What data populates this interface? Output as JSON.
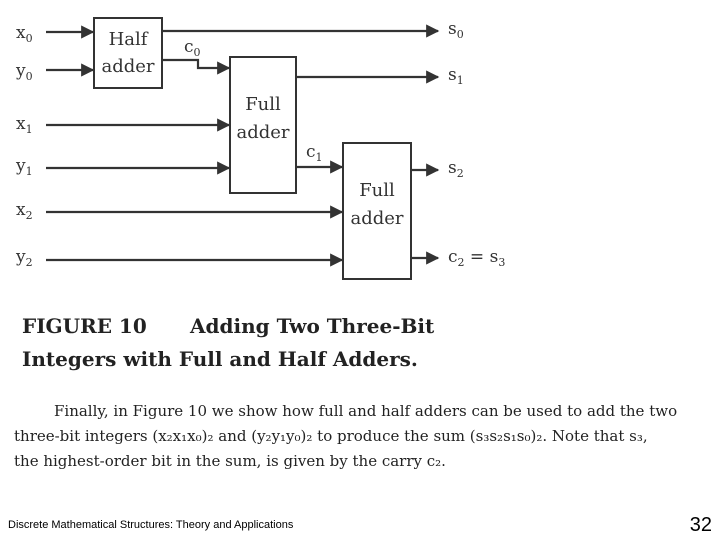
{
  "diagram": {
    "inputs": [
      {
        "base": "x",
        "sub": "0"
      },
      {
        "base": "y",
        "sub": "0"
      },
      {
        "base": "x",
        "sub": "1"
      },
      {
        "base": "y",
        "sub": "1"
      },
      {
        "base": "x",
        "sub": "2"
      },
      {
        "base": "y",
        "sub": "2"
      }
    ],
    "outputs": [
      {
        "base": "s",
        "sub": "0"
      },
      {
        "base": "s",
        "sub": "1"
      },
      {
        "base": "s",
        "sub": "2"
      },
      {
        "base": "c",
        "sub": "2",
        "suffix": " = s",
        "suffix_sub": "3"
      }
    ],
    "carry_labels": [
      {
        "base": "c",
        "sub": "0"
      },
      {
        "base": "c",
        "sub": "1"
      }
    ],
    "blocks": [
      {
        "line1": "Half",
        "line2": "adder"
      },
      {
        "line1": "Full",
        "line2": "adder"
      },
      {
        "line1": "Full",
        "line2": "adder"
      }
    ]
  },
  "caption": {
    "figure_number": "FIGURE 10",
    "title_line1": "Adding Two Three-Bit",
    "title_line2": "Integers with Full and Half Adders."
  },
  "body": {
    "line1": "Finally, in Figure 10 we show how full and half adders can be used to add the two",
    "line2": "three-bit integers (x₂x₁x₀)₂ and (y₂y₁y₀)₂ to produce the sum (s₃s₂s₁s₀)₂. Note that s₃,",
    "line3": "the highest-order bit in the sum, is given by the carry c₂."
  },
  "footer": {
    "title": "Discrete Mathematical Structures: Theory and Applications",
    "page_number": "32"
  }
}
